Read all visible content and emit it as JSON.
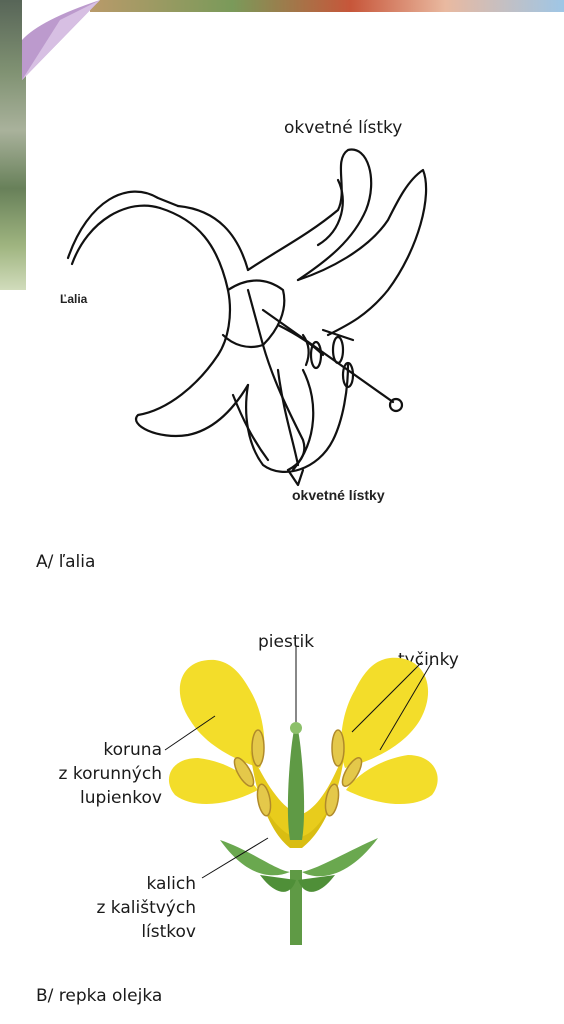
{
  "lily": {
    "label_top": "okvetné lístky",
    "label_left": "Ľalia",
    "label_bottom": "okvetné lístky",
    "caption": "A/  ľalia"
  },
  "rapeseed": {
    "label_pistil": "piestik",
    "label_stamens": "tyčinky",
    "label_corolla_1": "koruna",
    "label_corolla_2": "z korunných",
    "label_corolla_3": "lupienkov",
    "label_calyx_1": "kalich",
    "label_calyx_2": "z kalištvých",
    "label_calyx_3": "lístkov",
    "caption": "B/  repka olejka"
  },
  "colors": {
    "petal_yellow": "#f3dd2a",
    "petal_shadow": "#d9bd12",
    "stem_green": "#6aa84f",
    "dark_green": "#3f7d2a",
    "page_corner": "#b58fc8"
  }
}
